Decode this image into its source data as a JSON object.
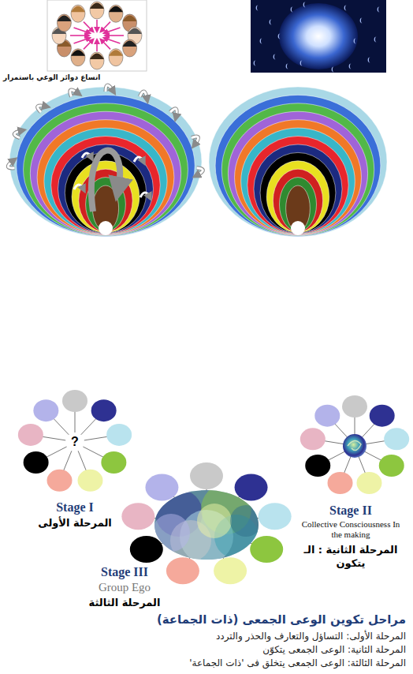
{
  "diagram": {
    "title": "مراحل تكوين الوعى الجمعى (ذات الجماعة)",
    "nodes": [
      {
        "text": [
          "Stage I",
          "المرحلة الأولى"
        ]
      },
      {
        "text": [
          "Stage II",
          "Collective Consciousness In the making",
          "المرحلة الثانية : الـ يتكون"
        ]
      },
      {
        "text": [
          "Stage III",
          "Group Ego",
          "المرحلة الثالثة"
        ]
      }
    ],
    "labels": [
      "اتساع دوائر الوعي باستمرار",
      "?",
      "المرحلة الأولى: التساؤل والتعارف والحذر والتردد",
      "المرحلة الثانية: الوعى الجمعى يتكوّن",
      "المرحلة الثالثة: الوعى الجمعى يتخلق فى 'ذات الجماعة'"
    ]
  }
}
